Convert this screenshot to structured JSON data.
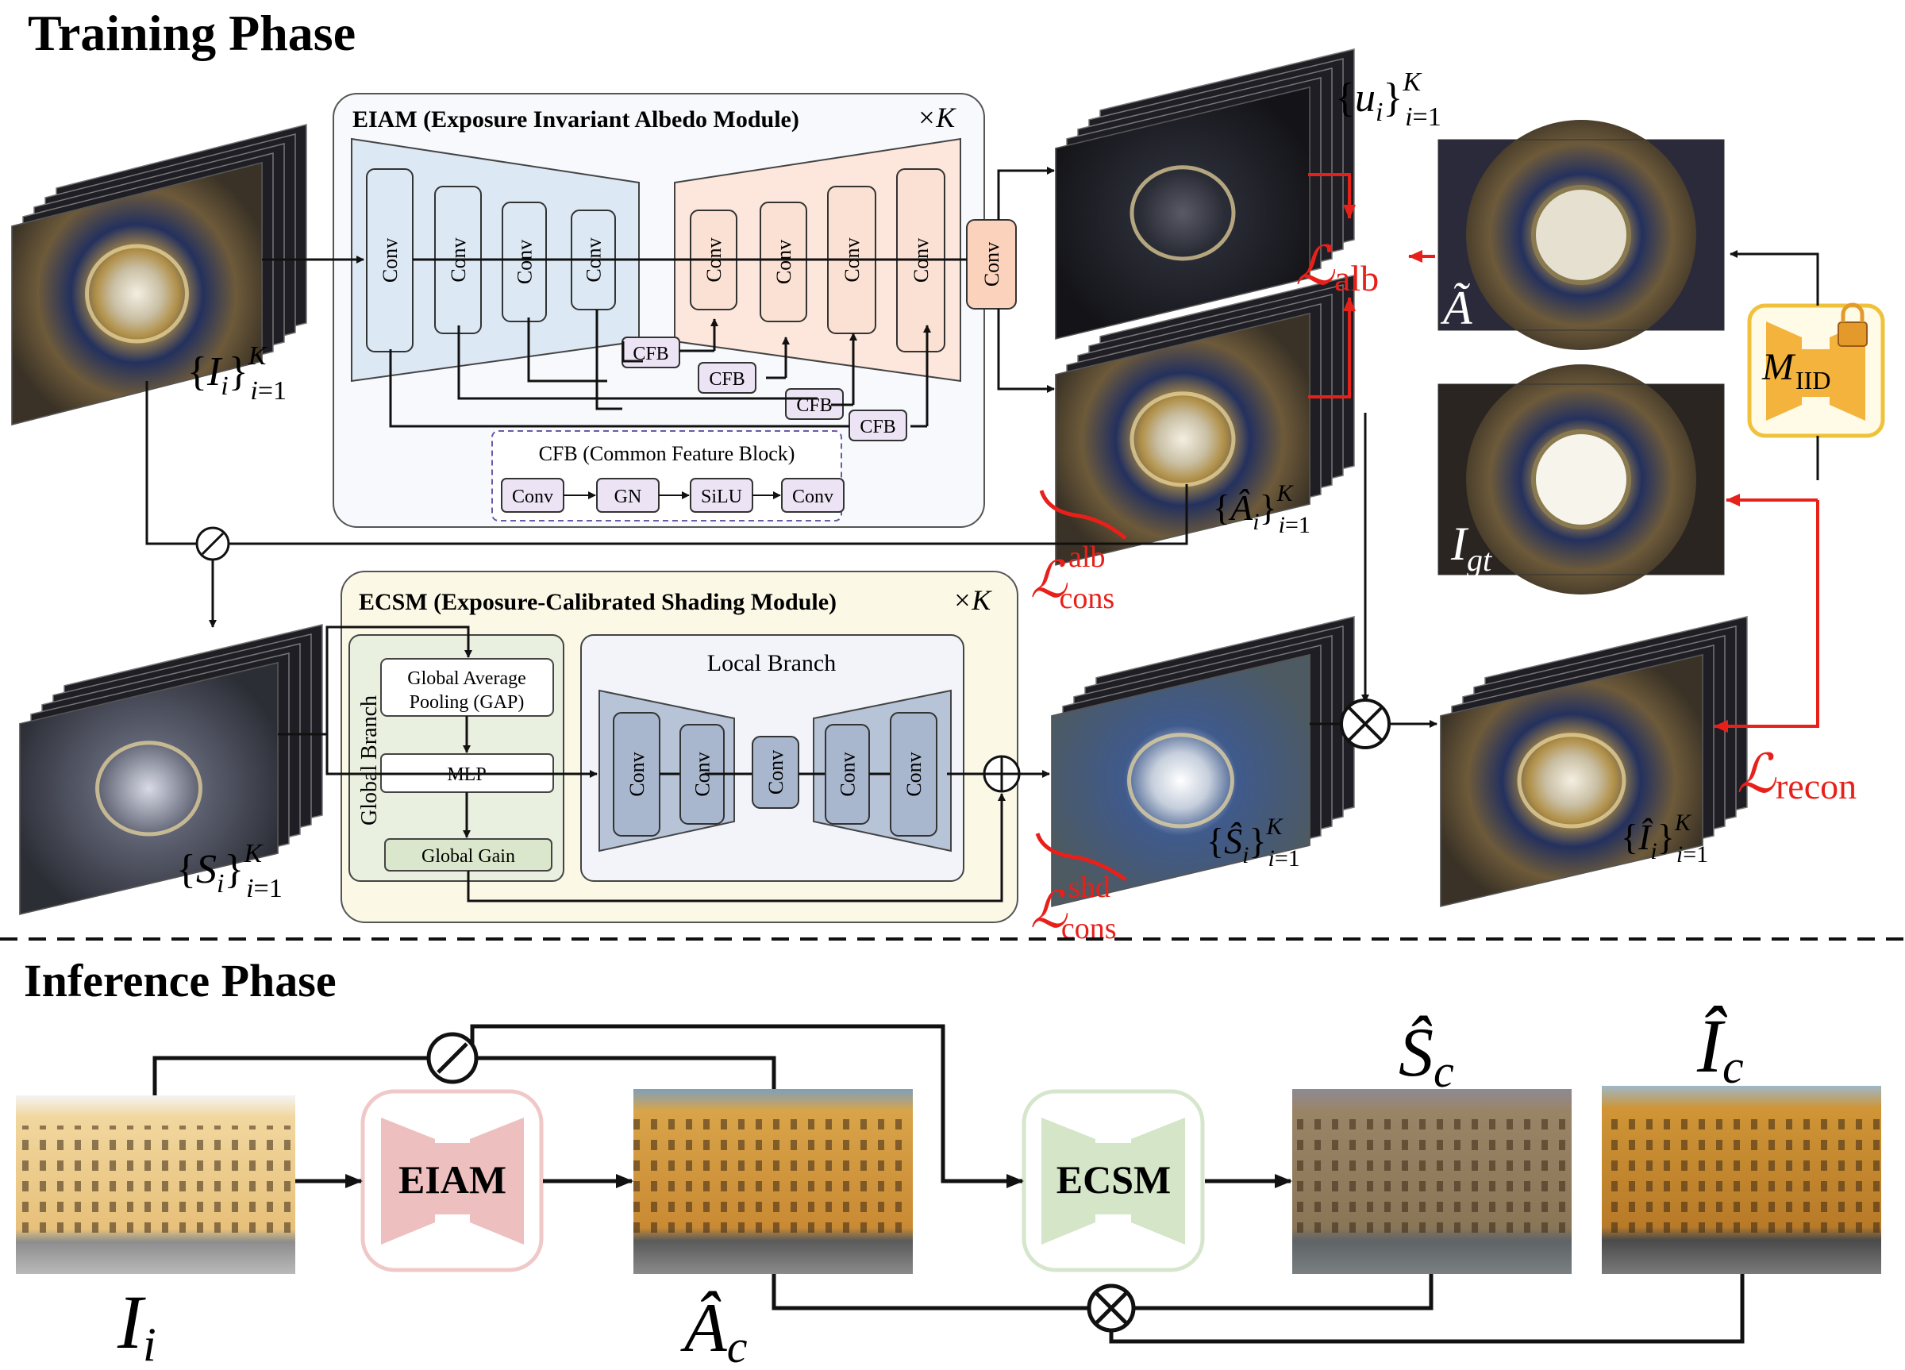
{
  "training": {
    "title": "Training Phase",
    "eiam": {
      "title": "EIAM (Exposure Invariant Albedo Module)",
      "repeat": "×K",
      "conv_label": "Conv",
      "cfb_label": "CFB",
      "cfb_title": "CFB (Common Feature Block)",
      "cfb_steps": [
        "Conv",
        "GN",
        "SiLU",
        "Conv"
      ]
    },
    "ecsm": {
      "title": "ECSM (Exposure-Calibrated Shading Module)",
      "repeat": "×K",
      "global_branch": "Global Branch",
      "gap_line1": "Global Average",
      "gap_line2": "Pooling (GAP)",
      "mlp": "MLP",
      "gain": "Global Gain",
      "local_branch": "Local Branch",
      "conv_label": "Conv"
    },
    "labels": {
      "I_set": "{I_i}_{i=1}^K",
      "u_set": "{u_i}_{i=1}^K",
      "A_set": "{Â_i}_{i=1}^K",
      "S_set": "{S_i}_{i=1}^K",
      "S_hat_set": "{Ŝ_i}_{i=1}^K",
      "I_hat_set": "{Î_i}_{i=1}^K",
      "A_tilde": "Ã",
      "I_gt": "I_gt",
      "M_iid": "M_IID"
    },
    "losses": {
      "alb": "L_alb",
      "cons_alb": "L_cons^alb",
      "cons_shd": "L_cons^shd",
      "recon": "L_recon"
    }
  },
  "inference": {
    "title": "Inference Phase",
    "eiam": "EIAM",
    "ecsm": "ECSM",
    "labels": {
      "input": "I_i",
      "albedo": "Â_c",
      "shading": "Ŝ_c",
      "output": "Î_c"
    }
  },
  "colors": {
    "loss": "#e8201a",
    "eiam_enc": "#dce8f4",
    "eiam_dec": "#fbe1d4",
    "ecsm_bg": "#fbf8e6",
    "local_bg": "#f2f4fa",
    "global_bg": "#eaf0df",
    "cfb": "#ece4f4",
    "lock": "#f3b33d"
  }
}
